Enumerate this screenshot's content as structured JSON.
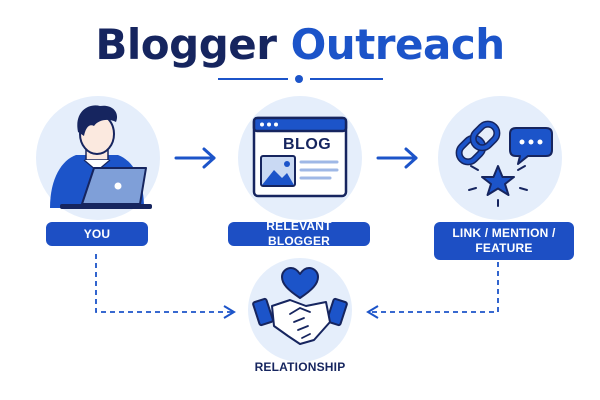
{
  "title": {
    "part1": "Blogger",
    "part2": "Outreach"
  },
  "nodes": {
    "you": {
      "label": "YOU"
    },
    "blogger": {
      "label": "RELEVANT BLOGGER",
      "screen_text": "BLOG"
    },
    "link": {
      "label_line1": "LINK / MENTION /",
      "label_line2": "FEATURE"
    },
    "relationship": {
      "label": "RELATIONSHIP"
    }
  },
  "colors": {
    "navy": "#16255f",
    "blue": "#1c54c9",
    "circle_bg": "#e5eefb"
  },
  "icons": [
    "person-with-laptop-icon",
    "blog-window-icon",
    "chain-link-icon",
    "chat-bubble-icon",
    "star-icon",
    "heart-icon",
    "handshake-icon",
    "arrow-right-icon"
  ]
}
